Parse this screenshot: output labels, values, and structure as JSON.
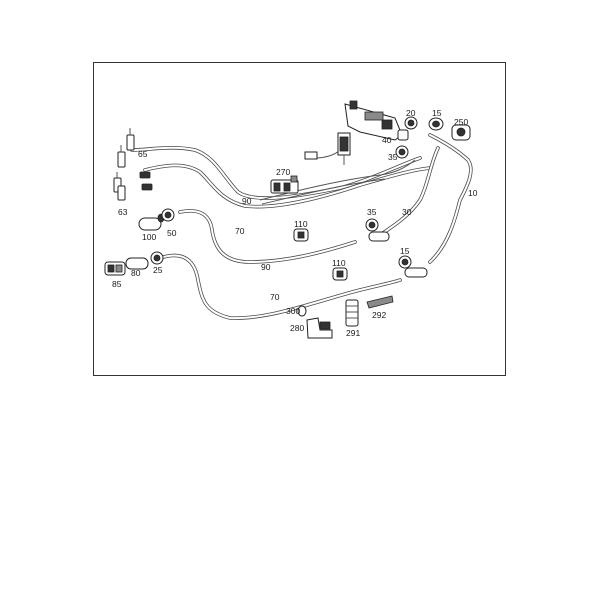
{
  "labels": {
    "p10": "10",
    "p15a": "15",
    "p15b": "15",
    "p20": "20",
    "p25": "25",
    "p30": "30",
    "p35a": "35",
    "p35b": "35",
    "p40": "40",
    "p50": "50",
    "p63": "63",
    "p65": "65",
    "p70a": "70",
    "p70b": "70",
    "p80": "80",
    "p85": "85",
    "p90a": "90",
    "p90b": "90",
    "p100": "100",
    "p110a": "110",
    "p110b": "110",
    "p250": "250",
    "p270": "270",
    "p280": "280",
    "p291": "291",
    "p292": "292",
    "p300": "300"
  },
  "colors": {
    "line": "#4a4a4a",
    "frame": "#333333",
    "background": "#ffffff"
  }
}
